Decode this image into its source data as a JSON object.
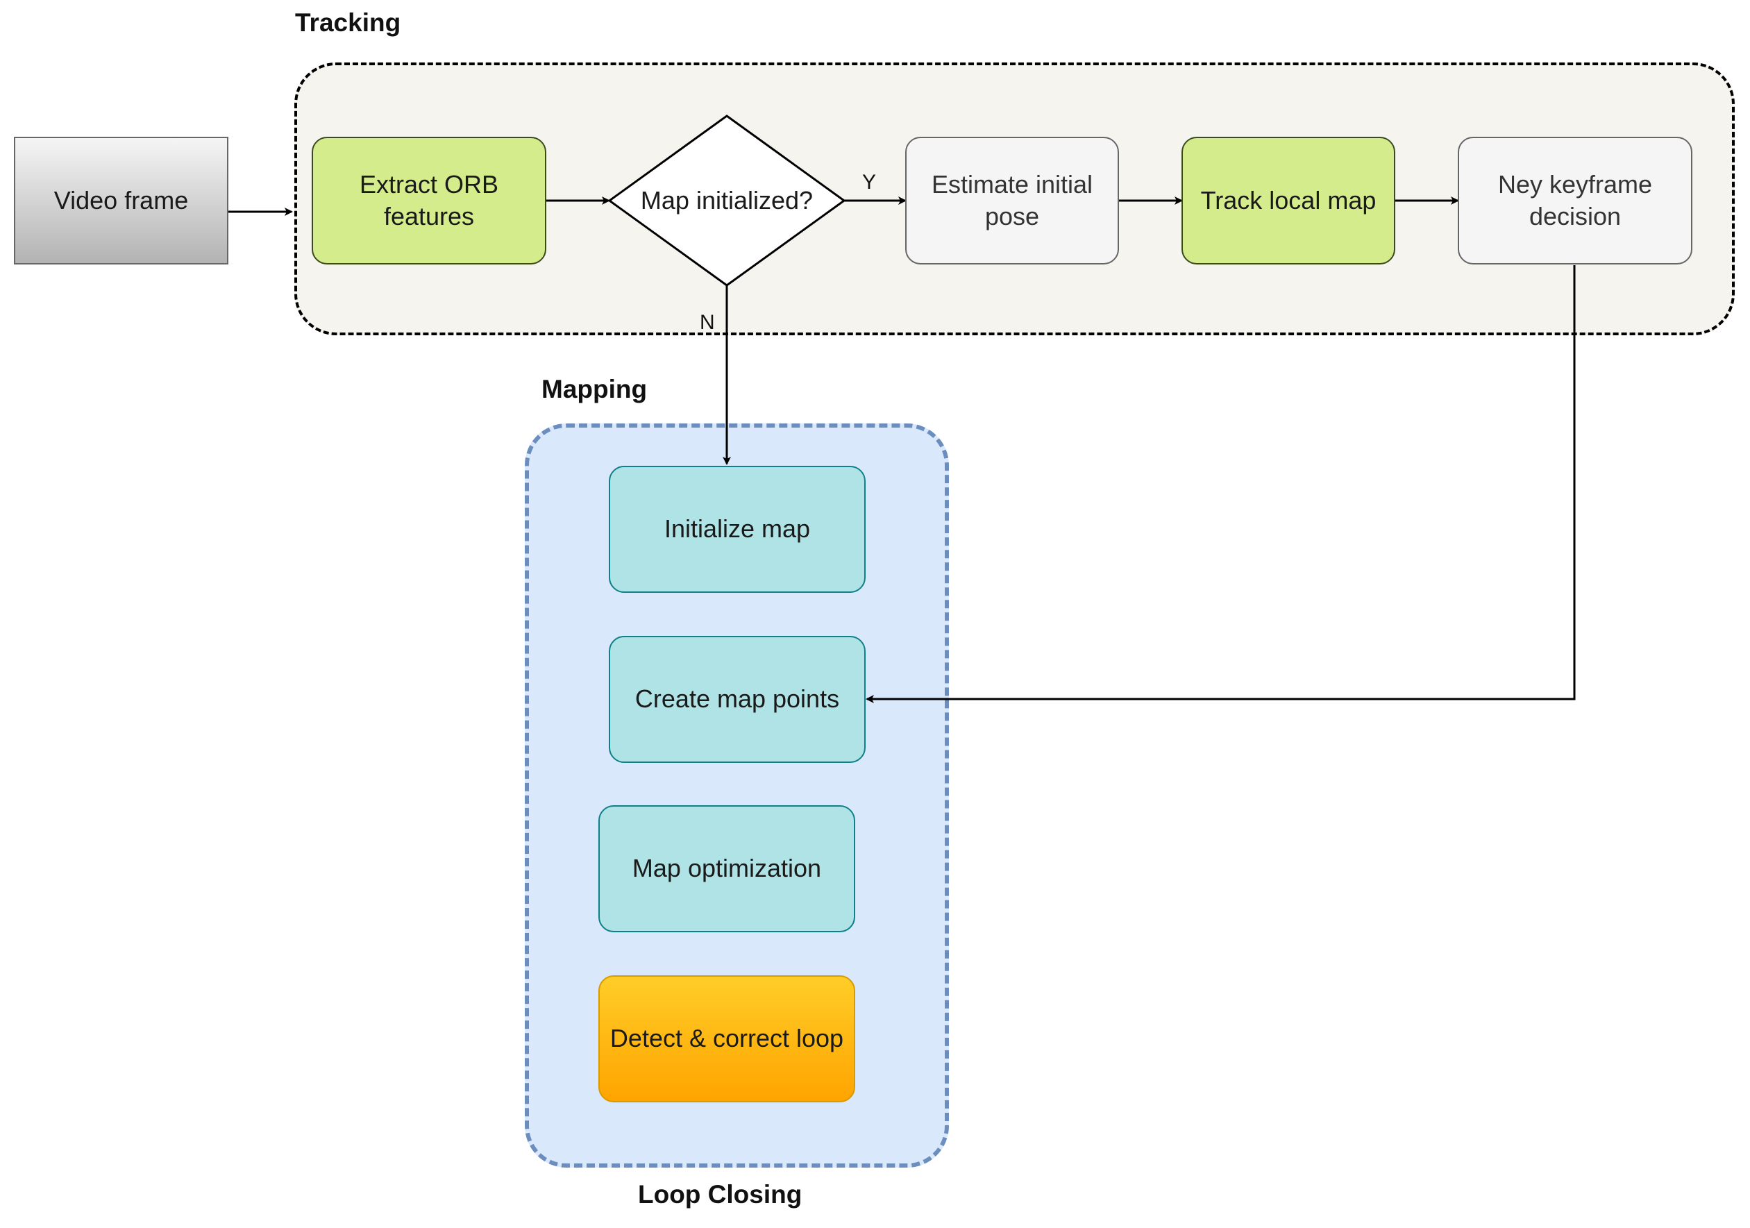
{
  "groups": {
    "tracking": "Tracking",
    "mapping": "Mapping",
    "loop_closing": "Loop Closing"
  },
  "nodes": {
    "video_frame": "Video frame",
    "extract_orb": "Extract ORB features",
    "map_initialized": "Map initialized?",
    "estimate_pose": "Estimate initial pose",
    "track_local_map": "Track local map",
    "keyframe_decision": "Ney keyframe decision",
    "initialize_map": "Initialize map",
    "create_map_points": "Create map points",
    "map_optimization": "Map optimization",
    "detect_correct_loop": "Detect & correct loop"
  },
  "edges": {
    "yes_label": "Y",
    "no_label": "N"
  },
  "colors": {
    "process_green": "#d4ec8b",
    "process_grey": "#f5f5f5",
    "mapping_teal": "#b0e3e6",
    "loop_orange": "#ffa400",
    "tracking_bg": "#f6f4ee",
    "mapping_bg": "#dae8fb",
    "mapping_border": "#6c8ebf"
  }
}
